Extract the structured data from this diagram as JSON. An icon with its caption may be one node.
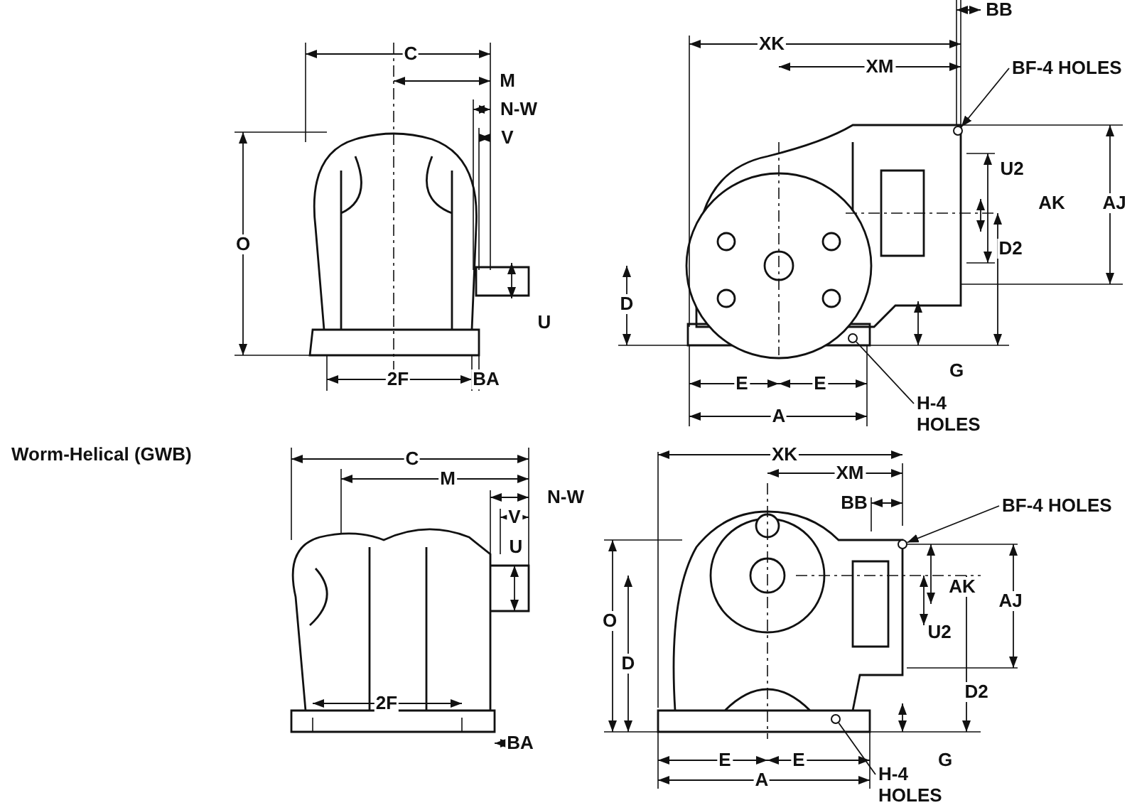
{
  "diagram": {
    "nodes": [
      {
        "text": [
          "BF-4 HOLES"
        ]
      },
      {
        "text": [
          "H-4 HOLES"
        ]
      },
      {
        "text": [
          "BF-4 HOLES"
        ]
      },
      {
        "text": [
          "H-4 HOLES"
        ]
      },
      {
        "text": [],
        "shape": "circle"
      },
      {
        "text": [],
        "shape": "circle"
      },
      {
        "text": [],
        "shape": "circle"
      },
      {
        "text": [],
        "shape": "circle"
      }
    ],
    "edges": [
      {
        "from": 0,
        "to": 4,
        "arrow": "to"
      },
      {
        "from": 1,
        "to": 5,
        "arrow": "none"
      },
      {
        "from": 2,
        "to": 6,
        "arrow": "to"
      },
      {
        "from": 3,
        "to": 7,
        "arrow": "none"
      }
    ],
    "labels": [
      "C",
      "M",
      "N-W",
      "V",
      "O",
      "U",
      "2F",
      "BA",
      "XK",
      "BB",
      "XM",
      "U2",
      "AK",
      "AJ",
      "D2",
      "D",
      "G",
      "E",
      "E",
      "A",
      "Worm-Helical (GWB)",
      "C",
      "M",
      "N-W",
      "V",
      "U",
      "2F",
      "BA",
      "XK",
      "XM",
      "BB",
      "AK",
      "AJ",
      "O",
      "D",
      "U2",
      "D2",
      "E",
      "E",
      "G",
      "A"
    ]
  }
}
